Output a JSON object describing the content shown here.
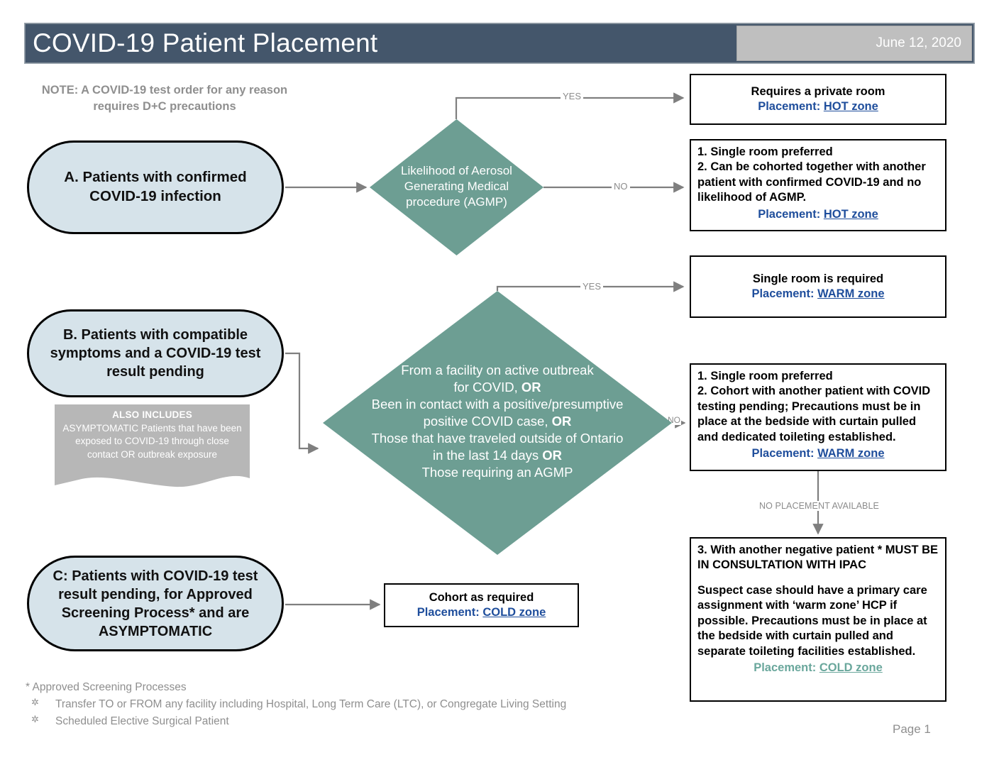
{
  "header": {
    "title": "COVID-19 Patient Placement",
    "date": "June 12, 2020"
  },
  "note": "NOTE: A COVID-19 test order for any reason  requires D+C precautions",
  "inputs": {
    "a": "A. Patients with confirmed COVID-19 infection",
    "b": "B. Patients with compatible symptoms and a COVID-19 test result pending",
    "c": "C:  Patients with COVID-19 test result pending, for Approved Screening Process* and are ASYMPTOMATIC"
  },
  "also_includes": {
    "title": "ALSO INCLUDES",
    "body": "ASYMPTOMATIC Patients that have been exposed to COVID-19 through close contact OR outbreak exposure"
  },
  "decisions": {
    "d1_line1": "Likelihood of Aerosol",
    "d1_line2": "Generating Medical",
    "d1_line3": "procedure (AGMP)",
    "d2_line1": "From a facility on active outbreak",
    "d2_line2a": "for COVID, ",
    "d2_line2b": "OR",
    "d2_line3": "Been in contact with a positive/presumptive",
    "d2_line4a": "positive COVID case, ",
    "d2_line4b": "OR",
    "d2_line5": "Those that have traveled outside of Ontario",
    "d2_line6a": "in the last 14 days ",
    "d2_line6b": "OR",
    "d2_line7": "Those requiring an AGMP"
  },
  "edges": {
    "yes1": "YES",
    "no1": "NO",
    "yes2": "YES",
    "no2": "NO",
    "no_placement": "NO PLACEMENT AVAILABLE"
  },
  "outcomes": {
    "o1": {
      "line1": "Requires a private room",
      "placement_label": "Placement: ",
      "zone": "HOT zone"
    },
    "o2": {
      "line1": "1. Single room preferred",
      "line2": "2. Can be cohorted together with another patient with confirmed COVID-19 and no likelihood of AGMP.",
      "placement_label": "Placement: ",
      "zone": "HOT zone"
    },
    "o3": {
      "line1": "Single room is required",
      "placement_label": "Placement: ",
      "zone": "WARM zone"
    },
    "o4": {
      "line1": " 1. Single room preferred",
      "line2": " 2. Cohort with another patient with COVID testing pending; Precautions must be in place at the bedside with curtain pulled and dedicated toileting established.",
      "placement_label": "Placement: ",
      "zone": "WARM zone"
    },
    "o5": {
      "line1": "3.  With another negative patient * MUST BE IN CONSULTATION WITH IPAC",
      "line2": "Suspect case should have a primary care assignment with ‘warm zone’ HCP if possible. Precautions must be in place at the bedside with curtain pulled and separate toileting facilities established.",
      "placement_label": "Placement: ",
      "zone": "COLD zone"
    },
    "o6": {
      "line1": "Cohort as required",
      "placement_label": "Placement: ",
      "zone": "COLD zone"
    }
  },
  "footer": {
    "heading": "* Approved Screening Processes",
    "bullet_glyph": "✲",
    "items": [
      "Transfer TO or FROM any facility including Hospital, Long Term Care (LTC),  or Congregate Living Setting",
      "Scheduled Elective Surgical Patient"
    ]
  },
  "page_number": "Page 1",
  "colors": {
    "header_bg": "#44566b",
    "diamond": "#6d9e93",
    "input_box": "#d6e3ea",
    "placement_blue": "#1f4e9c",
    "placement_teal": "#6aa79c",
    "muted_gray": "#8f8f8f"
  }
}
